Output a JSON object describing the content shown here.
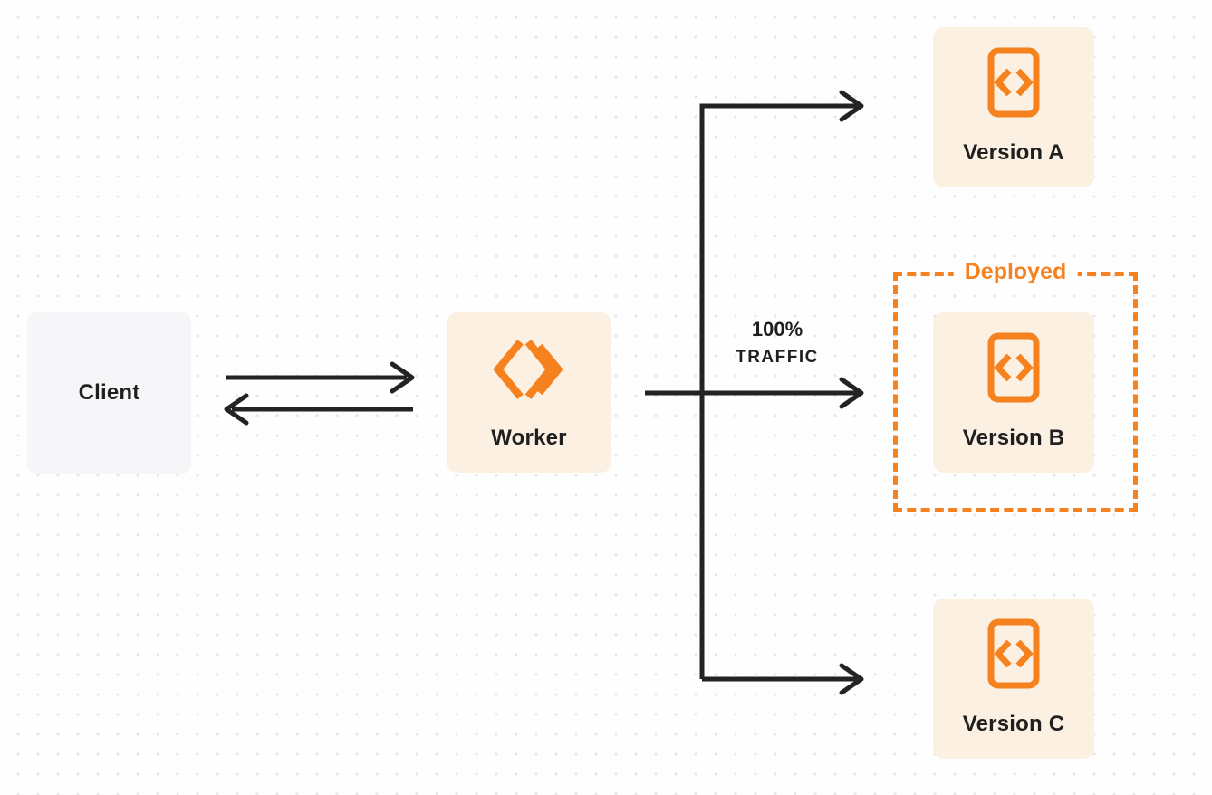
{
  "colors": {
    "accent": "#F6821F",
    "cream": "#FBF0E1",
    "client-gray": "#F6F6F8",
    "ink": "#1F1F1F",
    "line": "#232323",
    "dot": "#E7E7E7",
    "bg": "#FEFEFE"
  },
  "diagram": {
    "client": {
      "label": "Client"
    },
    "worker": {
      "label": "Worker",
      "icon": "cloudflare-workers-icon"
    },
    "traffic": {
      "line1": "100%",
      "line2": "TRAFFIC"
    },
    "deployed_label": "Deployed",
    "versions": [
      {
        "label": "Version A",
        "icon": "code-document-icon",
        "deployed": false
      },
      {
        "label": "Version B",
        "icon": "code-document-icon",
        "deployed": true
      },
      {
        "label": "Version C",
        "icon": "code-document-icon",
        "deployed": false
      }
    ]
  }
}
